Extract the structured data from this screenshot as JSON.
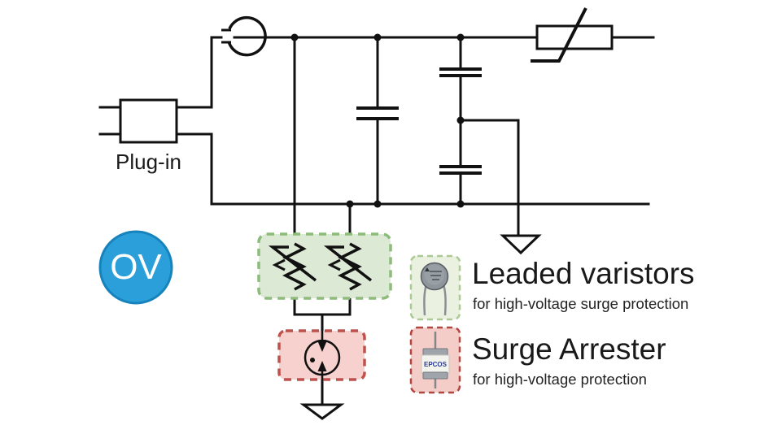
{
  "diagram": {
    "plug_in_label": "Plug-in",
    "ov_badge": "OV"
  },
  "legend": {
    "items": [
      {
        "title": "Leaded varistors",
        "subtitle": "for high-voltage surge protection"
      },
      {
        "title": "Surge Arrester",
        "subtitle": "for high-voltage protection"
      }
    ],
    "arrester_brand": "EPCOS"
  },
  "icons": {
    "thermal_fuse": "circle-with-break",
    "varistor": "rectangle-with-diagonal-strike",
    "capacitor": "parallel-plates",
    "earth_ground": "open-down-triangle",
    "spark_gap": "circle-with-opposing-arrows"
  },
  "colors": {
    "line": "#111111",
    "ov_badge_fill": "#2B9FD9",
    "ov_badge_border": "#1683BD",
    "varistor_box_fill": "#DCE9D5",
    "varistor_box_border": "#8CBB7C",
    "arrester_box_fill": "#F6D1CE",
    "arrester_box_border": "#C0504B",
    "legend_green_fill": "#EAF1E1",
    "legend_green_border": "#A9CB92",
    "legend_red_fill": "#F4CCC8",
    "legend_red_border": "#B5433E"
  }
}
